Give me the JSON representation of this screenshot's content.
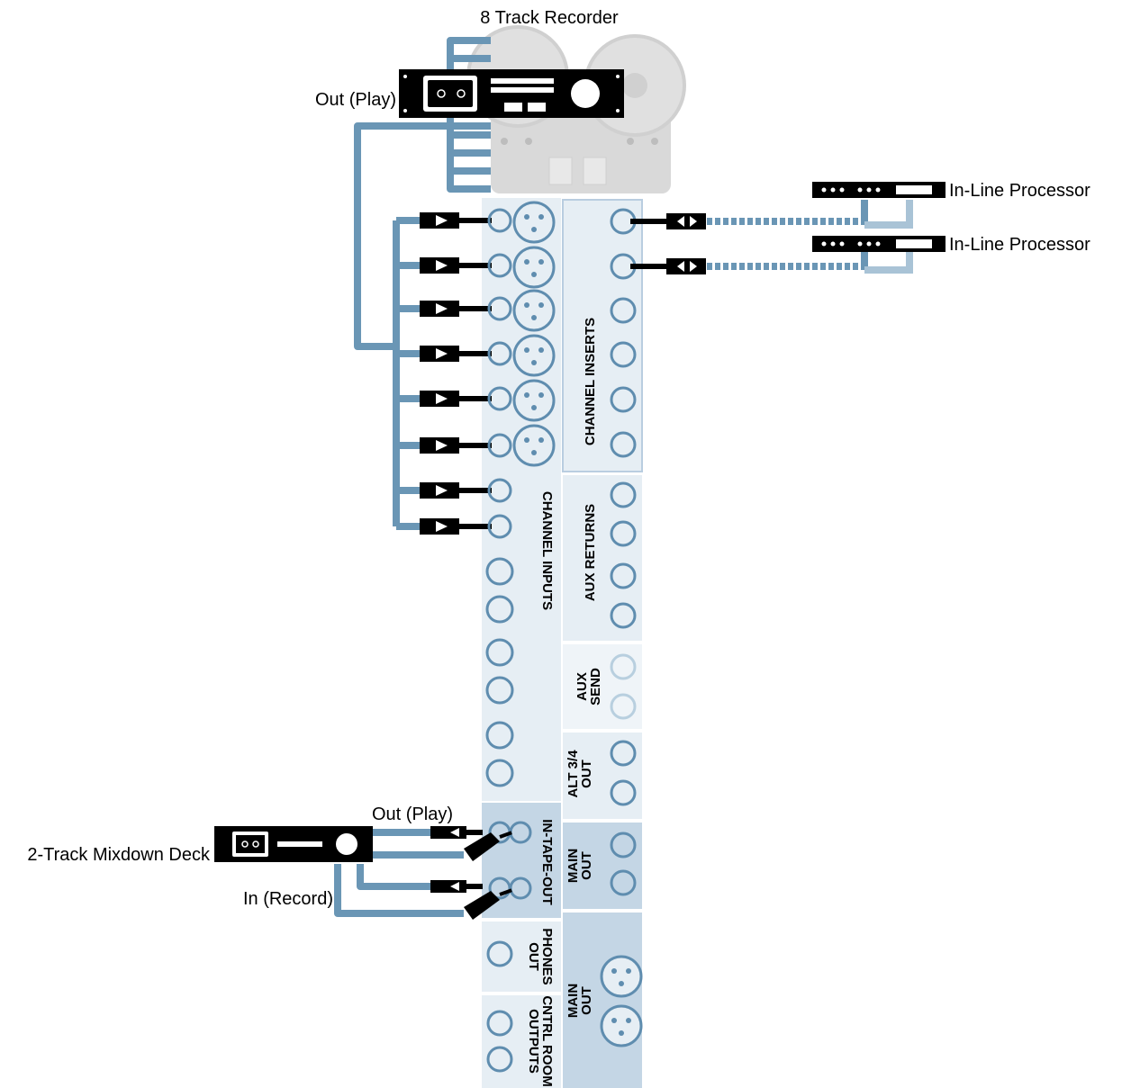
{
  "labels": {
    "recorder_title": "8 Track Recorder",
    "recorder_out": "Out (Play)",
    "processor_1": "In-Line Processor",
    "processor_2": "In-Line Processor",
    "mixdown_deck": "2-Track Mixdown Deck",
    "mixdown_out": "Out (Play)",
    "mixdown_in": "In (Record)"
  },
  "sections": {
    "channel_inserts": "CHANNEL INSERTS",
    "channel_inputs": "CHANNEL INPUTS",
    "aux_returns": "AUX RETURNS",
    "aux_send_1": "AUX",
    "aux_send_2": "SEND",
    "alt_out_1": "ALT 3/4",
    "alt_out_2": "OUT",
    "main_out_1": "MAIN",
    "main_out_2": "OUT",
    "tape": "IN-TAPE-OUT",
    "phones_1": "PHONES",
    "phones_2": "OUT",
    "main_out_xlr_1": "MAIN",
    "main_out_xlr_2": "OUT",
    "cntrl_room_1": "CNTRL ROOM",
    "cntrl_room_2": "OUTPUTS"
  },
  "colors": {
    "cable": "#6a96b5",
    "panel": "#e6eef4",
    "panel_dark": "#b9cde0",
    "jack": "#5f8daf"
  }
}
